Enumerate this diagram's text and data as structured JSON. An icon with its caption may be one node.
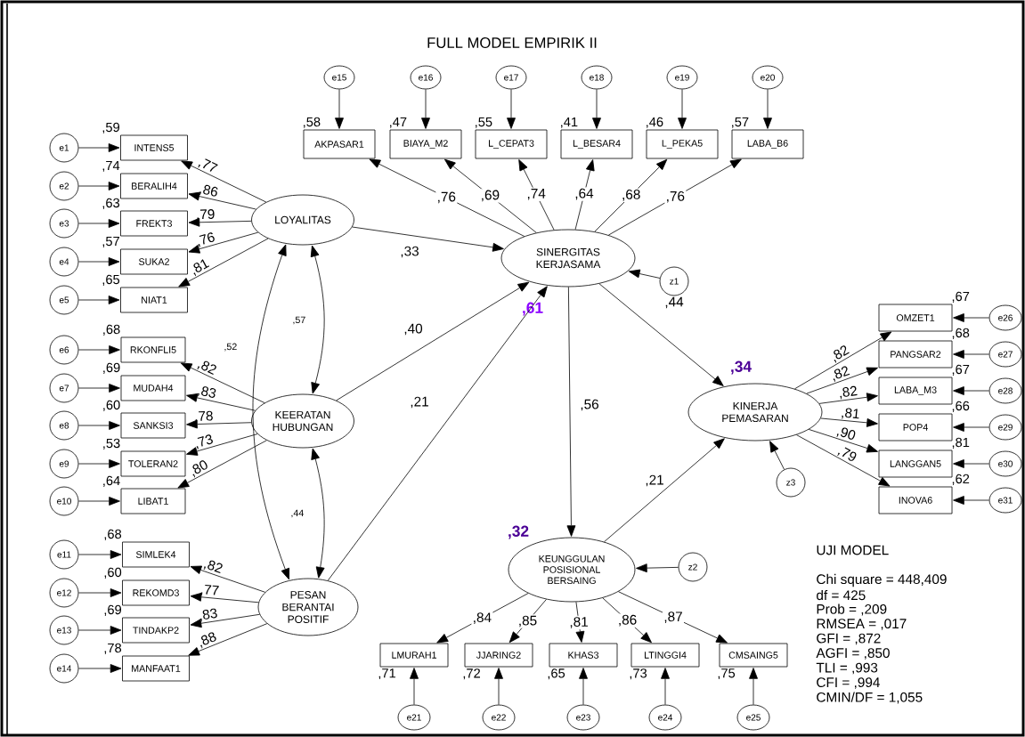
{
  "diagram": {
    "title": "FULL MODEL EMPIRIK II",
    "nodes": [
      {
        "text": [
          "LOYALITAS"
        ]
      },
      {
        "text": [
          "KEERATAN HUBUNGAN"
        ]
      },
      {
        "text": [
          "PESAN BERANTAI POSITIF"
        ]
      },
      {
        "text": [
          "SINERGITAS KERJASAMA"
        ],
        "beside": [
          ",61"
        ]
      },
      {
        "text": [
          "KEUNGGULAN POSISIONAL BERSAING"
        ],
        "beside": [
          ",32"
        ]
      },
      {
        "text": [
          "KINERJA PEMASARAN"
        ],
        "beside": [
          ",34"
        ]
      },
      {
        "text": [
          "z1"
        ]
      },
      {
        "text": [
          "z2"
        ]
      },
      {
        "text": [
          "z3"
        ]
      },
      {
        "text": [
          "INTENS5"
        ],
        "beside": [
          ",59"
        ]
      },
      {
        "text": [
          "BERALIH4"
        ],
        "beside": [
          ",74"
        ]
      },
      {
        "text": [
          "FREKT3"
        ],
        "beside": [
          ",63"
        ]
      },
      {
        "text": [
          "SUKA2"
        ],
        "beside": [
          ",57"
        ]
      },
      {
        "text": [
          "NIAT1"
        ],
        "beside": [
          ",65"
        ]
      },
      {
        "text": [
          "e1"
        ]
      },
      {
        "text": [
          "e2"
        ]
      },
      {
        "text": [
          "e3"
        ]
      },
      {
        "text": [
          "e4"
        ]
      },
      {
        "text": [
          "e5"
        ]
      },
      {
        "text": [
          "RKONFLI5"
        ],
        "beside": [
          ",68"
        ]
      },
      {
        "text": [
          "MUDAH4"
        ],
        "beside": [
          ",69"
        ]
      },
      {
        "text": [
          "SANKSI3"
        ],
        "beside": [
          ",60"
        ]
      },
      {
        "text": [
          "TOLERAN2"
        ],
        "beside": [
          ",53"
        ]
      },
      {
        "text": [
          "LIBAT1"
        ],
        "beside": [
          ",64"
        ]
      },
      {
        "text": [
          "e6"
        ]
      },
      {
        "text": [
          "e7"
        ]
      },
      {
        "text": [
          "e8"
        ]
      },
      {
        "text": [
          "e9"
        ]
      },
      {
        "text": [
          "e10"
        ]
      },
      {
        "text": [
          "SIMLEK4"
        ],
        "beside": [
          ",68"
        ]
      },
      {
        "text": [
          "REKOMD3"
        ],
        "beside": [
          ",60"
        ]
      },
      {
        "text": [
          "TINDAKP2"
        ],
        "beside": [
          ",69"
        ]
      },
      {
        "text": [
          "MANFAAT1"
        ],
        "beside": [
          ",78"
        ]
      },
      {
        "text": [
          "e11"
        ]
      },
      {
        "text": [
          "e12"
        ]
      },
      {
        "text": [
          "e13"
        ]
      },
      {
        "text": [
          "e14"
        ]
      },
      {
        "text": [
          "AKPASAR1"
        ],
        "beside": [
          ",58"
        ]
      },
      {
        "text": [
          "BIAYA_M2"
        ],
        "beside": [
          ",47"
        ]
      },
      {
        "text": [
          "L_CEPAT3"
        ],
        "beside": [
          ",55"
        ]
      },
      {
        "text": [
          "L_BESAR4"
        ],
        "beside": [
          ",41"
        ]
      },
      {
        "text": [
          "L_PEKA5"
        ],
        "beside": [
          ",46"
        ]
      },
      {
        "text": [
          "LABA_B6"
        ],
        "beside": [
          ",57"
        ]
      },
      {
        "text": [
          "e15"
        ]
      },
      {
        "text": [
          "e16"
        ]
      },
      {
        "text": [
          "e17"
        ]
      },
      {
        "text": [
          "e18"
        ]
      },
      {
        "text": [
          "e19"
        ]
      },
      {
        "text": [
          "e20"
        ]
      },
      {
        "text": [
          "LMURAH1"
        ],
        "beside": [
          ",71"
        ]
      },
      {
        "text": [
          "JJARING2"
        ],
        "beside": [
          ",72"
        ]
      },
      {
        "text": [
          "KHAS3"
        ],
        "beside": [
          ",65"
        ]
      },
      {
        "text": [
          "LTINGGI4"
        ],
        "beside": [
          ",73"
        ]
      },
      {
        "text": [
          "CMSAING5"
        ],
        "beside": [
          ",75"
        ]
      },
      {
        "text": [
          "e21"
        ]
      },
      {
        "text": [
          "e22"
        ]
      },
      {
        "text": [
          "e23"
        ]
      },
      {
        "text": [
          "e24"
        ]
      },
      {
        "text": [
          "e25"
        ]
      },
      {
        "text": [
          "OMZET1"
        ],
        "beside": [
          ",67"
        ]
      },
      {
        "text": [
          "PANGSAR2"
        ],
        "beside": [
          ",68"
        ]
      },
      {
        "text": [
          "LABA_M3"
        ],
        "beside": [
          ",67"
        ]
      },
      {
        "text": [
          "POP4"
        ],
        "beside": [
          ",66"
        ]
      },
      {
        "text": [
          "LANGGAN5"
        ],
        "beside": [
          ",81"
        ]
      },
      {
        "text": [
          "INOVA6"
        ],
        "beside": [
          ",62"
        ]
      },
      {
        "text": [
          "e26"
        ]
      },
      {
        "text": [
          "e27"
        ]
      },
      {
        "text": [
          "e28"
        ]
      },
      {
        "text": [
          "e29"
        ]
      },
      {
        "text": [
          "e30"
        ]
      },
      {
        "text": [
          "e31"
        ]
      }
    ],
    "edges": [
      {
        "from": 0,
        "to": 3,
        "arrow": "to",
        "label": ",33"
      },
      {
        "from": 1,
        "to": 3,
        "arrow": "to",
        "label": ",40"
      },
      {
        "from": 2,
        "to": 3,
        "arrow": "to",
        "label": ",21"
      },
      {
        "from": 3,
        "to": 4,
        "arrow": "to",
        "label": ",56"
      },
      {
        "from": 3,
        "to": 5,
        "arrow": "to",
        "label": ",44"
      },
      {
        "from": 4,
        "to": 5,
        "arrow": "to",
        "label": ",21"
      },
      {
        "from": 6,
        "to": 3,
        "arrow": "to"
      },
      {
        "from": 7,
        "to": 4,
        "arrow": "to"
      },
      {
        "from": 8,
        "to": 5,
        "arrow": "to"
      },
      {
        "from": 0,
        "to": 1,
        "arrow": "both",
        "label": ",57"
      },
      {
        "from": 1,
        "to": 2,
        "arrow": "both",
        "label": ",44"
      },
      {
        "from": 0,
        "to": 2,
        "arrow": "both",
        "label": ",52"
      },
      {
        "from": 0,
        "to": 9,
        "arrow": "to",
        "label": ",77"
      },
      {
        "from": 0,
        "to": 10,
        "arrow": "to",
        "label": ",86"
      },
      {
        "from": 0,
        "to": 11,
        "arrow": "to",
        "label": ",79"
      },
      {
        "from": 0,
        "to": 12,
        "arrow": "to",
        "label": ",76"
      },
      {
        "from": 0,
        "to": 13,
        "arrow": "to",
        "label": ",81"
      },
      {
        "from": 1,
        "to": 19,
        "arrow": "to",
        "label": ",82"
      },
      {
        "from": 1,
        "to": 20,
        "arrow": "to",
        "label": ",83"
      },
      {
        "from": 1,
        "to": 21,
        "arrow": "to",
        "label": ",78"
      },
      {
        "from": 1,
        "to": 22,
        "arrow": "to",
        "label": ",73"
      },
      {
        "from": 1,
        "to": 23,
        "arrow": "to",
        "label": ",80"
      },
      {
        "from": 2,
        "to": 29,
        "arrow": "to",
        "label": ",82"
      },
      {
        "from": 2,
        "to": 30,
        "arrow": "to",
        "label": ",77"
      },
      {
        "from": 2,
        "to": 31,
        "arrow": "to",
        "label": ",83"
      },
      {
        "from": 2,
        "to": 32,
        "arrow": "to",
        "label": ",88"
      },
      {
        "from": 3,
        "to": 37,
        "arrow": "to",
        "label": ",76"
      },
      {
        "from": 3,
        "to": 38,
        "arrow": "to",
        "label": ",69"
      },
      {
        "from": 3,
        "to": 39,
        "arrow": "to",
        "label": ",74"
      },
      {
        "from": 3,
        "to": 40,
        "arrow": "to",
        "label": ",64"
      },
      {
        "from": 3,
        "to": 41,
        "arrow": "to",
        "label": ",68"
      },
      {
        "from": 3,
        "to": 42,
        "arrow": "to",
        "label": ",76"
      },
      {
        "from": 4,
        "to": 49,
        "arrow": "to",
        "label": ",84"
      },
      {
        "from": 4,
        "to": 50,
        "arrow": "to",
        "label": ",85"
      },
      {
        "from": 4,
        "to": 51,
        "arrow": "to",
        "label": ",81"
      },
      {
        "from": 4,
        "to": 52,
        "arrow": "to",
        "label": ",86"
      },
      {
        "from": 4,
        "to": 53,
        "arrow": "to",
        "label": ",87"
      },
      {
        "from": 5,
        "to": 59,
        "arrow": "to",
        "label": ",82"
      },
      {
        "from": 5,
        "to": 60,
        "arrow": "to",
        "label": ",82"
      },
      {
        "from": 5,
        "to": 61,
        "arrow": "to",
        "label": ",82"
      },
      {
        "from": 5,
        "to": 62,
        "arrow": "to",
        "label": ",81"
      },
      {
        "from": 5,
        "to": 63,
        "arrow": "to",
        "label": ",90"
      },
      {
        "from": 5,
        "to": 64,
        "arrow": "to",
        "label": ",79"
      },
      {
        "from": 14,
        "to": 9,
        "arrow": "to"
      },
      {
        "from": 15,
        "to": 10,
        "arrow": "to"
      },
      {
        "from": 16,
        "to": 11,
        "arrow": "to"
      },
      {
        "from": 17,
        "to": 12,
        "arrow": "to"
      },
      {
        "from": 18,
        "to": 13,
        "arrow": "to"
      },
      {
        "from": 24,
        "to": 19,
        "arrow": "to"
      },
      {
        "from": 25,
        "to": 20,
        "arrow": "to"
      },
      {
        "from": 26,
        "to": 21,
        "arrow": "to"
      },
      {
        "from": 27,
        "to": 22,
        "arrow": "to"
      },
      {
        "from": 28,
        "to": 23,
        "arrow": "to"
      },
      {
        "from": 33,
        "to": 29,
        "arrow": "to"
      },
      {
        "from": 34,
        "to": 30,
        "arrow": "to"
      },
      {
        "from": 35,
        "to": 31,
        "arrow": "to"
      },
      {
        "from": 36,
        "to": 32,
        "arrow": "to"
      },
      {
        "from": 43,
        "to": 37,
        "arrow": "to"
      },
      {
        "from": 44,
        "to": 38,
        "arrow": "to"
      },
      {
        "from": 45,
        "to": 39,
        "arrow": "to"
      },
      {
        "from": 46,
        "to": 40,
        "arrow": "to"
      },
      {
        "from": 47,
        "to": 41,
        "arrow": "to"
      },
      {
        "from": 48,
        "to": 42,
        "arrow": "to"
      },
      {
        "from": 54,
        "to": 49,
        "arrow": "to"
      },
      {
        "from": 55,
        "to": 50,
        "arrow": "to"
      },
      {
        "from": 56,
        "to": 51,
        "arrow": "to"
      },
      {
        "from": 57,
        "to": 52,
        "arrow": "to"
      },
      {
        "from": 58,
        "to": 53,
        "arrow": "to"
      },
      {
        "from": 65,
        "to": 59,
        "arrow": "to"
      },
      {
        "from": 66,
        "to": 60,
        "arrow": "to"
      },
      {
        "from": 67,
        "to": 61,
        "arrow": "to"
      },
      {
        "from": 68,
        "to": 62,
        "arrow": "to"
      },
      {
        "from": 69,
        "to": 63,
        "arrow": "to"
      },
      {
        "from": 70,
        "to": 64,
        "arrow": "to"
      }
    ],
    "labels": [
      "UJI MODEL",
      "Chi square = 448,409",
      "df = 425",
      "Prob = ,209",
      "RMSEA = ,017",
      "GFI = ,872",
      "AGFI = ,850",
      "TLI = ,993",
      "CFI = ,994",
      "CMIN/DF = 1,055"
    ]
  }
}
